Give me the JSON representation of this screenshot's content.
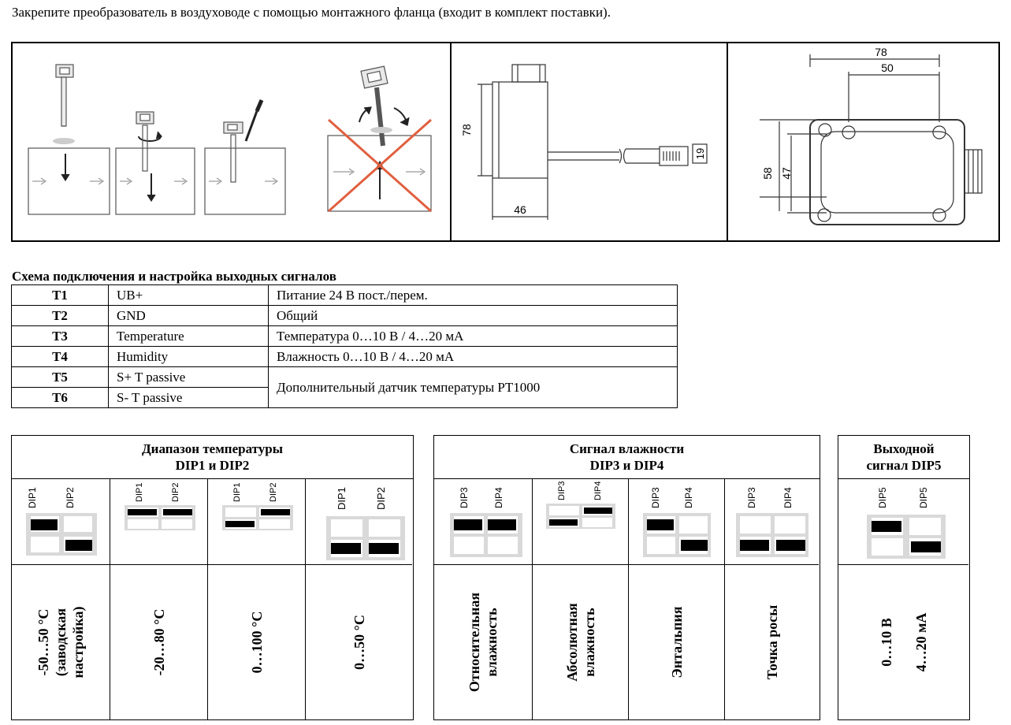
{
  "intro_text": "Закрепите преобразователь в воздуховоде с помощью монтажного фланца (входит в комплект поставки).",
  "figures": {
    "side_view": {
      "height": "78",
      "width": "46",
      "probe_tip": "19"
    },
    "top_view": {
      "outer_width": "78",
      "hole_spacing_x": "50",
      "outer_height": "58",
      "hole_spacing_y": "47"
    }
  },
  "wiring": {
    "title": "Схема подключения и настройка выходных сигналов",
    "rows": [
      {
        "terminal": "T1",
        "signal": "UB+",
        "description": "Питание 24 В пост./перем."
      },
      {
        "terminal": "T2",
        "signal": "GND",
        "description": "Общий"
      },
      {
        "terminal": "T3",
        "signal": "Temperature",
        "description": "Температура 0…10 В / 4…20 мА"
      },
      {
        "terminal": "T4",
        "signal": "Humidity",
        "description": "Влажность 0…10 В / 4…20 мА"
      },
      {
        "terminal": "T5",
        "signal": "S+ T passive",
        "description": "Дополнительный датчик температуры PT1000"
      },
      {
        "terminal": "T6",
        "signal": "S- T passive",
        "description": ""
      }
    ]
  },
  "dip_groups": {
    "temperature": {
      "title_line1": "Диапазон температуры",
      "title_line2": "DIP1 и DIP2",
      "options": [
        {
          "value_line1": "-50…50 °C",
          "value_line2": "(заводская",
          "value_line3": "настройка)",
          "switches": [
            "DIP1",
            "DIP2"
          ]
        },
        {
          "value_line1": "-20…80 °C",
          "switches": [
            "DIP1",
            "DIP2"
          ]
        },
        {
          "value_line1": "0…100 °C",
          "switches": [
            "DIP1",
            "DIP2"
          ]
        },
        {
          "value_line1": "0…50 °C",
          "switches": [
            "DIP1",
            "DIP2"
          ]
        }
      ]
    },
    "humidity": {
      "title_line1": "Сигнал влажности",
      "title_line2": "DIP3 и DIP4",
      "options": [
        {
          "value_line1": "Относительная",
          "value_line2": "влажность",
          "switches": [
            "DIP3",
            "DIP4"
          ]
        },
        {
          "value_line1": "Абсолютная",
          "value_line2": "влажность",
          "switches": [
            "DIP3",
            "DIP4"
          ]
        },
        {
          "value_line1": "Энтальпия",
          "switches": [
            "DIP3",
            "DIP4"
          ]
        },
        {
          "value_line1": "Точка росы",
          "switches": [
            "DIP3",
            "DIP4"
          ]
        }
      ]
    },
    "output": {
      "title_line1": "Выходной",
      "title_line2": "сигнал DIP5",
      "switches": [
        "DIP5",
        "DIP5"
      ],
      "value_line1": "0…10 В",
      "value_line2": "4…20 мА"
    }
  },
  "colors": {
    "cross": "#e06040",
    "switch_well": "#d9d9d9",
    "switch_on": "#000000"
  }
}
